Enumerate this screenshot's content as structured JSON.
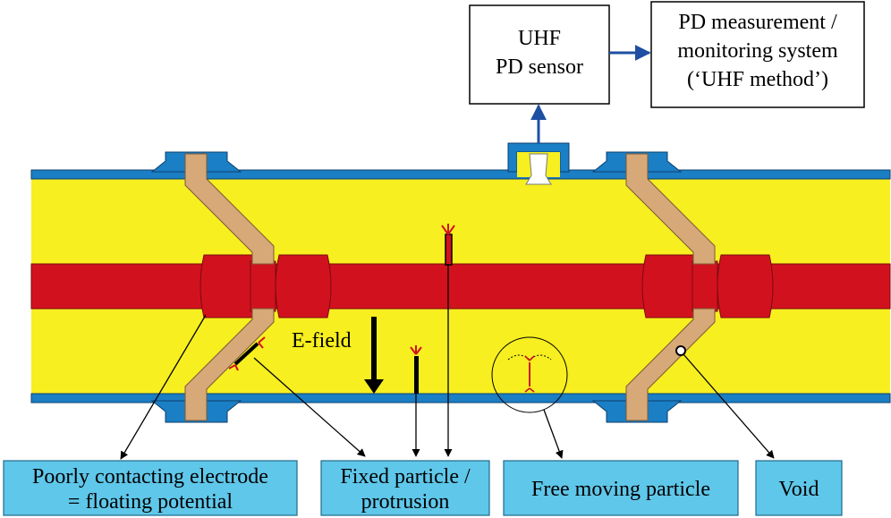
{
  "boxes": {
    "uhf_sensor": {
      "line1": "UHF",
      "line2": "PD sensor"
    },
    "pd_system": {
      "line1": "PD measurement /",
      "line2": "monitoring system",
      "line3": "(‘UHF method’)"
    }
  },
  "annotations": {
    "efield": "E-field"
  },
  "labels": {
    "electrode": {
      "line1": "Poorly contacting electrode",
      "line2": "= floating potential"
    },
    "fixed": {
      "line1": "Fixed particle /",
      "line2": "protrusion"
    },
    "free": "Free moving particle",
    "void": "Void"
  },
  "colors": {
    "enclosure_blue": "#1a7fc4",
    "insulating_gas_yellow": "#f7ef1f",
    "conductor_red": "#d1121e",
    "spacer_tan": "#d7a878",
    "label_box_fill": "#5fc7ea",
    "arrow_blue": "#1e4fa3"
  }
}
